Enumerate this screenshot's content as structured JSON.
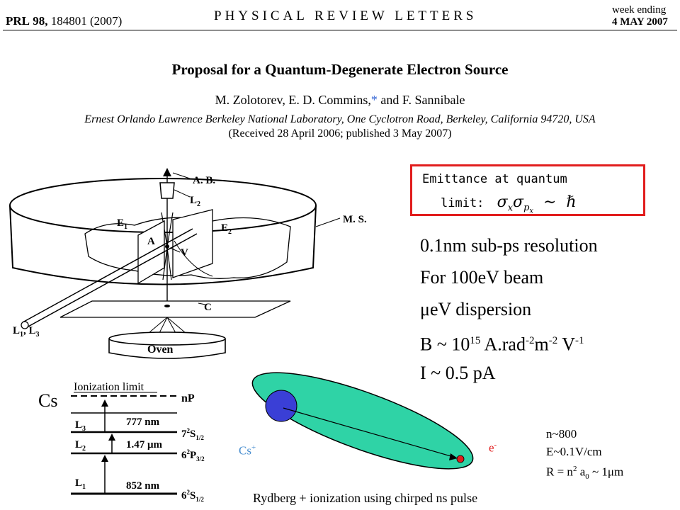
{
  "header": {
    "journal": "PRL",
    "volume": "98,",
    "article": "184801 (2007)",
    "journal_full": "PHYSICAL REVIEW LETTERS",
    "week_ending": "week ending",
    "date": "4 MAY 2007"
  },
  "paper": {
    "title": "Proposal for a Quantum-Degenerate Electron Source",
    "authors_main": "M. Zolotorev, E. D. Commins,",
    "authors_star": "*",
    "authors_tail": " and F. Sannibale",
    "affiliation": "Ernest Orlando Lawrence Berkeley National Laboratory, One Cyclotron Road, Berkeley, California 94720, USA",
    "received": "(Received 28 April 2006; published 3 May 2007)"
  },
  "apparatus": {
    "ab": "A. B.",
    "l2": "L",
    "l2_sub": "2",
    "ms": "M. S.",
    "e1": "E",
    "e1_sub": "1",
    "e2": "E",
    "e2_sub": "2",
    "a": "A",
    "v": "V",
    "c": "C",
    "l1l3": "L",
    "l1_sub": "1",
    "l1l3_mid": ", L",
    "l3_sub": "3",
    "oven": "Oven"
  },
  "emittance": {
    "line1": "Emittance at quantum",
    "line2": "limit:",
    "formula": "σxσpx ∼ ℏ"
  },
  "specs": {
    "resolution": "0.1nm sub-ps resolution",
    "beam": "For 100eV beam",
    "dispersion": "μeV dispersion",
    "b_pre": "B ~ 10",
    "b_exp": "15",
    "b_mid": " A.rad",
    "b_exp2": "-2",
    "b_m": "m",
    "b_exp3": "-2",
    "b_v": " V",
    "b_exp4": "-1",
    "current": "I ~ 0.5 pA"
  },
  "levels": {
    "element": "Cs",
    "ionization": "Ionization limit",
    "np": "nP",
    "l3": "L",
    "l3_sub": "3",
    "nm777": "777 nm",
    "s12_top": "7",
    "s12_top_sup": "2",
    "s12_top_letter": "S",
    "s12_top_sub": "1/2",
    "l2": "L",
    "l2_sub": "2",
    "um147": "1.47 μm",
    "p32": "6",
    "p32_sup": "2",
    "p32_letter": "P",
    "p32_sub": "3/2",
    "l1": "L",
    "l1_sub": "1",
    "nm852": "852 nm",
    "s12_bot": "6",
    "s12_bot_sup": "2",
    "s12_bot_letter": "S",
    "s12_bot_sub": "1/2"
  },
  "rydberg": {
    "n": "n~800",
    "field": "E~0.1V/cm",
    "r_pre": "R = n",
    "r_sup": "2",
    "r_mid": " a",
    "r_sub": "0",
    "r_tail": " ~ 1μm",
    "cation": "Cs",
    "cation_sup": "+",
    "electron": "e",
    "electron_sup": "-",
    "caption": "Rydberg + ionization using chirped ns pulse"
  },
  "colors": {
    "highlight_box": "#e11d1d",
    "ellipse_fill": "#2fd3a6",
    "ion": "#3a3fd6",
    "electron": "#e11d1d",
    "cation_label": "#4a8fd0"
  }
}
